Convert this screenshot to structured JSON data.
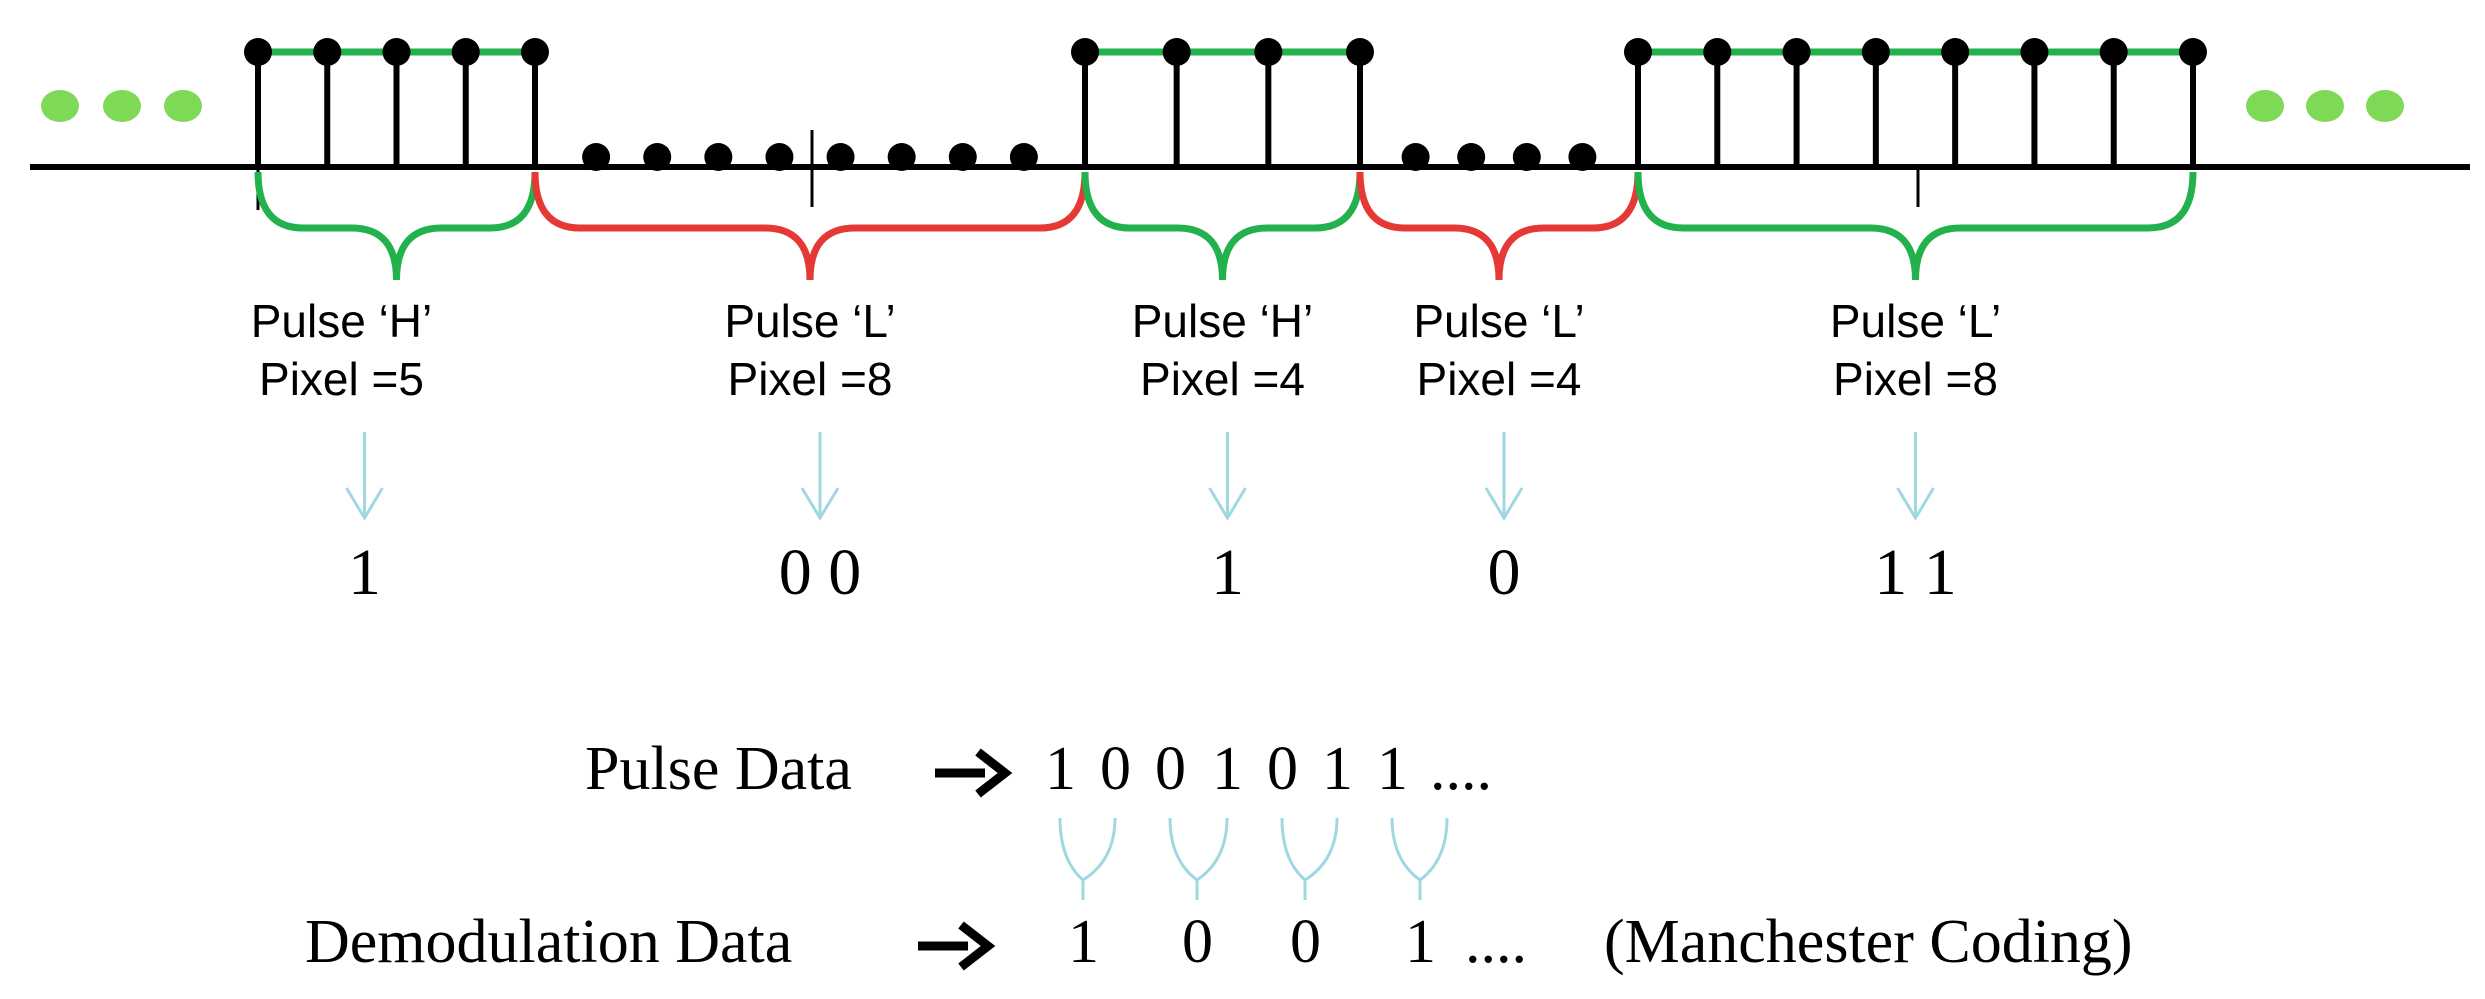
{
  "colors": {
    "high": "#22b14c",
    "low": "#e53935",
    "dots": "#7ed957",
    "arrow": "#9fd8e0",
    "line": "#000000"
  },
  "segments": [
    {
      "level": "H",
      "count": 5,
      "label_pulse": "Pulse ‘H’",
      "label_pixel": "Pixel =5",
      "bits": "1"
    },
    {
      "level": "L",
      "count": 8,
      "label_pulse": "Pulse ‘L’",
      "label_pixel": "Pixel =8",
      "bits": "0 0"
    },
    {
      "level": "H",
      "count": 4,
      "label_pulse": "Pulse ‘H’",
      "label_pixel": "Pixel =4",
      "bits": "1"
    },
    {
      "level": "L",
      "count": 4,
      "label_pulse": "Pulse ‘L’",
      "label_pixel": "Pixel =4",
      "bits": "0"
    },
    {
      "level": "H",
      "count": 8,
      "label_pulse": "Pulse ‘L’",
      "label_pixel": "Pixel =8",
      "bits": "1 1"
    }
  ],
  "pulse_row": {
    "label": "Pulse Data",
    "values": [
      "1",
      "0",
      "0",
      "1",
      "0",
      "1",
      "1",
      "...."
    ]
  },
  "demod_row": {
    "label": "Demodulation Data",
    "values": [
      "1",
      "0",
      "0",
      "1",
      "...."
    ],
    "note": "(Manchester Coding)"
  }
}
